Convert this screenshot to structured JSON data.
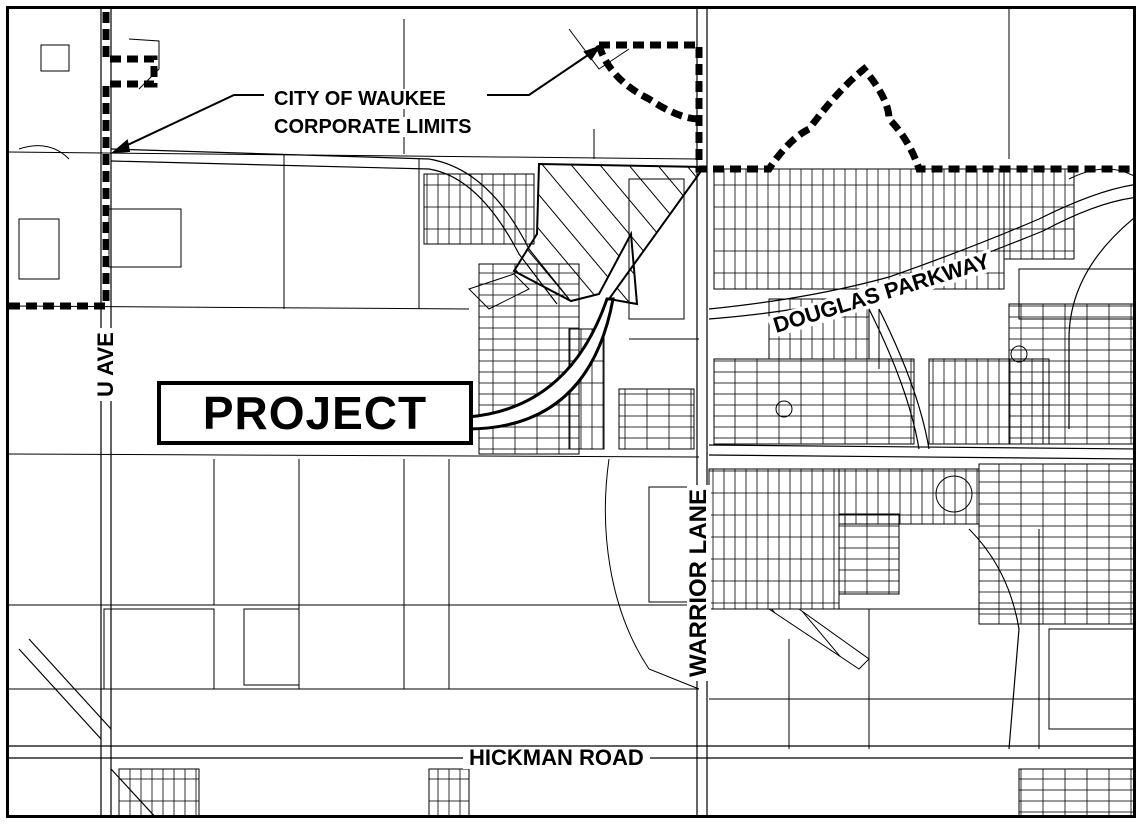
{
  "labels": {
    "corporate_limits_line1": "CITY OF WAUKEE",
    "corporate_limits_line2": "CORPORATE LIMITS",
    "project": "PROJECT",
    "u_ave": "U AVE",
    "warrior_lane": "WARRIOR LANE",
    "douglas_parkway": "DOUGLAS PARKWAY",
    "hickman_road": "HICKMAN ROAD"
  },
  "colors": {
    "ink": "#000000",
    "paper": "#ffffff"
  }
}
